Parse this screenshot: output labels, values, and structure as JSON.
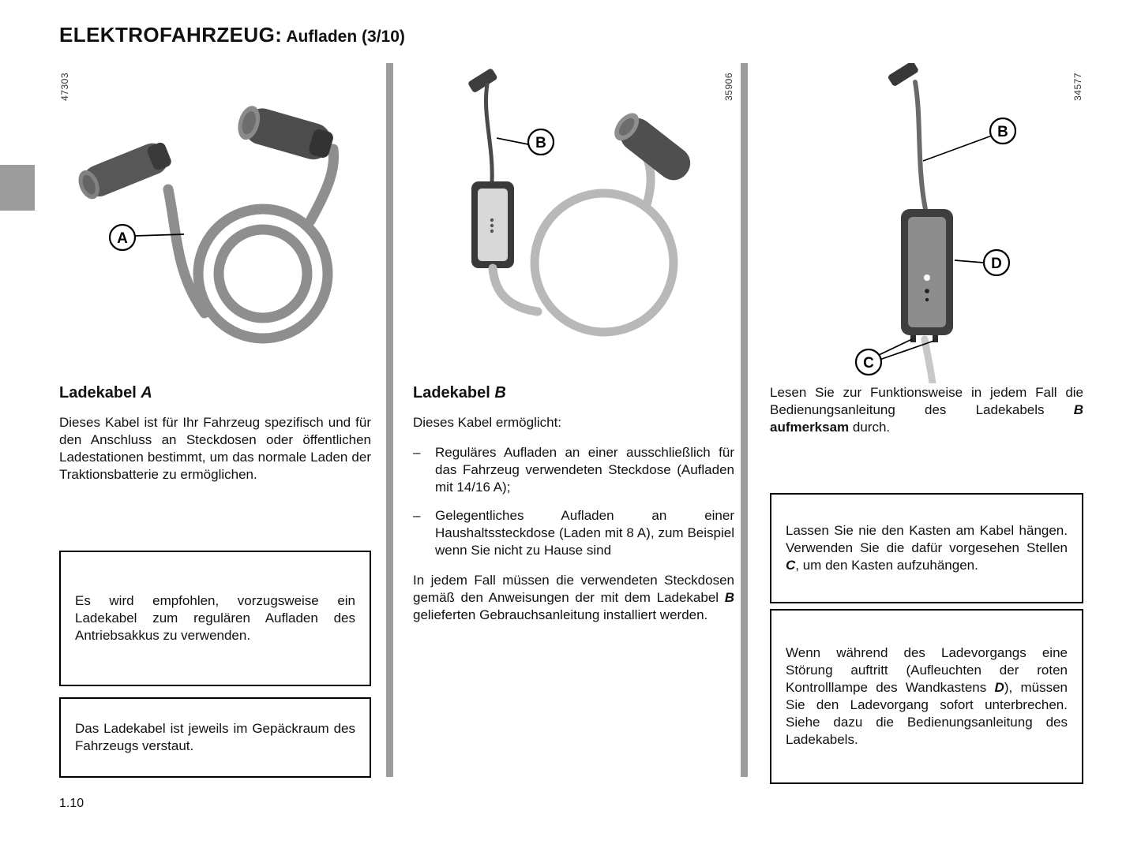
{
  "page": {
    "title_main": "ELEKTROFAHRZEUG:",
    "title_sub": " Aufladen (3/10)",
    "page_number": "1.10"
  },
  "col1": {
    "figure_ref": "47303",
    "callout_a": "A",
    "heading_prefix": "Ladekabel ",
    "heading_letter": "A",
    "paragraph": "Dieses Kabel ist für Ihr Fahrzeug spezifisch und für den Anschluss an Steckdosen oder öffentlichen Ladestationen bestimmt, um das normale Laden der Traktionsbatterie zu ermöglichen.",
    "box_recommendation": "Es wird empfohlen, vorzugsweise ein Ladekabel zum regulären Aufladen des Antriebsakkus zu verwenden.",
    "box_storage": "Das Ladekabel ist jeweils im Gepäckraum des Fahrzeugs verstaut."
  },
  "col2": {
    "figure_ref": "35906",
    "callout_b": "B",
    "heading_prefix": "Ladekabel ",
    "heading_letter": "B",
    "intro": "Dieses Kabel ermöglicht:",
    "bullet_marker": "–",
    "bullets": [
      "Reguläres Aufladen an einer ausschließlich für das Fahrzeug verwendeten Steckdose (Aufladen mit 14/16 A);",
      "Gelegentliches Aufladen an einer Haushaltssteckdose (Laden mit 8 A), zum Beispiel wenn Sie nicht zu Hause sind"
    ],
    "paragraph": {
      "p1": "In jedem Fall müssen die verwendeten Steckdosen gemäß den Anweisungen der mit dem Ladekabel ",
      "b": "B",
      "p2": " gelieferten Gebrauchsanleitung installiert werden."
    }
  },
  "col3": {
    "figure_ref": "34577",
    "callout_b": "B",
    "callout_c": "C",
    "callout_d": "D",
    "intro": {
      "p1": "Lesen Sie zur Funktionsweise in jedem Fall die Bedienungsanleitung des Ladekabels ",
      "b": "B",
      "sep": " ",
      "bold": "aufmerksam",
      "p2": " durch."
    },
    "box_hanging": {
      "p1": "Lassen Sie nie den Kasten am Kabel hängen. Verwenden Sie die dafür vorgesehen Stellen ",
      "b": "C",
      "p2": ", um den Kasten aufzuhängen."
    },
    "box_fault": {
      "p1": "Wenn während des Ladevorgangs eine Störung auftritt (Aufleuchten der roten Kontrolllampe des Wandkastens ",
      "b": "D",
      "p2": "), müssen Sie den Ladevorgang sofort unterbrechen. Siehe dazu die Bedienungsanleitung des Ladekabels."
    }
  }
}
